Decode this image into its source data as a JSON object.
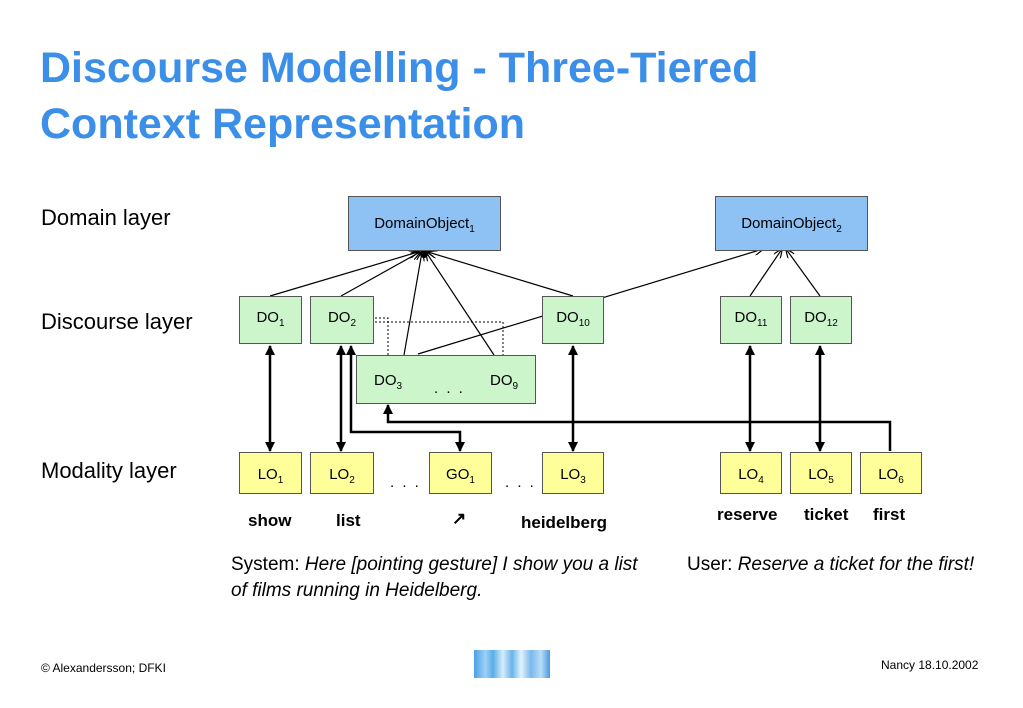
{
  "title": {
    "line1": "Discourse Modelling - Three-Tiered",
    "line2": "Context Representation"
  },
  "layers": {
    "domain": "Domain layer",
    "discourse": "Discourse layer",
    "modality": "Modality layer"
  },
  "domain_objects": {
    "do1": {
      "base": "DomainObject",
      "sub": "1"
    },
    "do2": {
      "base": "DomainObject",
      "sub": "2"
    }
  },
  "discourse_objects": {
    "d1": {
      "base": "DO",
      "sub": "1"
    },
    "d2": {
      "base": "DO",
      "sub": "2"
    },
    "d3": {
      "base": "DO",
      "sub": "3"
    },
    "d9": {
      "base": "DO",
      "sub": "9"
    },
    "d10": {
      "base": "DO",
      "sub": "10"
    },
    "d11": {
      "base": "DO",
      "sub": "11"
    },
    "d12": {
      "base": "DO",
      "sub": "12"
    },
    "ellipsis": ". . ."
  },
  "modality_objects": {
    "lo1": {
      "base": "LO",
      "sub": "1"
    },
    "lo2": {
      "base": "LO",
      "sub": "2"
    },
    "go1": {
      "base": "GO",
      "sub": "1"
    },
    "lo3": {
      "base": "LO",
      "sub": "3"
    },
    "lo4": {
      "base": "LO",
      "sub": "4"
    },
    "lo5": {
      "base": "LO",
      "sub": "5"
    },
    "lo6": {
      "base": "LO",
      "sub": "6"
    },
    "ellipsis1": ". . .",
    "ellipsis2": ". . ."
  },
  "words": {
    "show": "show",
    "list": "list",
    "gesture": "↗",
    "heidelberg": "heidelberg",
    "reserve": "reserve",
    "ticket": "ticket",
    "first": "first"
  },
  "utterances": {
    "system_label": "System: ",
    "system_text": "Here [pointing gesture] I show you a list of films running in Heidelberg.",
    "user_label": "User: ",
    "user_text": "Reserve a ticket for the first!"
  },
  "footer": {
    "left": "© Alexandersson; DFKI",
    "right": "Nancy 18.10.2002"
  }
}
